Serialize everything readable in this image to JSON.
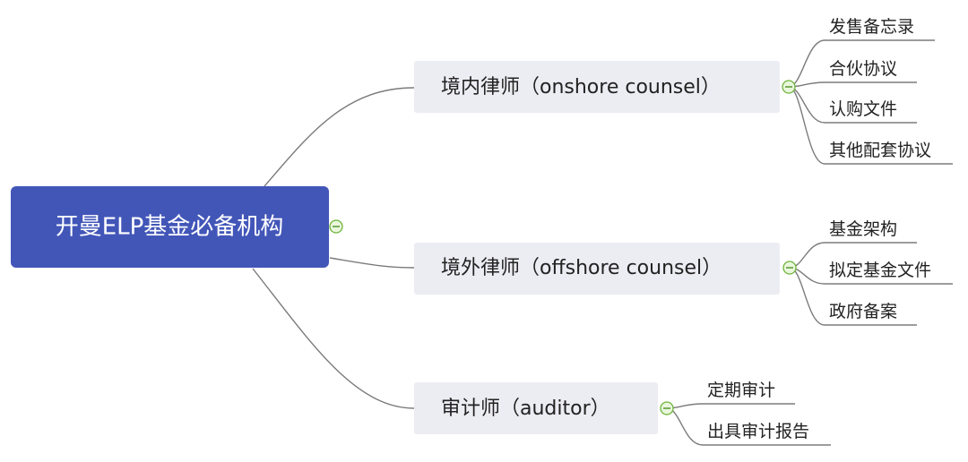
{
  "mindmap": {
    "root": {
      "label": "开曼ELP基金必备机构"
    },
    "branches": [
      {
        "label": "境内律师（onshore counsel）",
        "children": [
          "发售备忘录",
          "合伙协议",
          "认购文件",
          "其他配套协议"
        ]
      },
      {
        "label": "境外律师（offshore counsel）",
        "children": [
          "基金架构",
          "拟定基金文件",
          "政府备案"
        ]
      },
      {
        "label": "审计师（auditor）",
        "children": [
          "定期审计",
          "出具审计报告"
        ]
      }
    ]
  },
  "colors": {
    "root_fill": "#4256b8",
    "branch_fill": "#ececf3",
    "connector": "#7b7b7b",
    "toggle_border": "#6fb43c"
  }
}
